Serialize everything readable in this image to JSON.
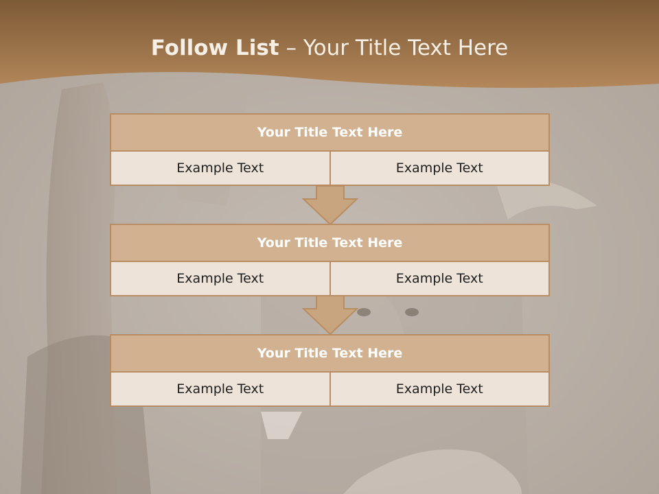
{
  "title": {
    "bold": "Follow List",
    "rest": " – Your Title Text Here"
  },
  "blocks": [
    {
      "title": "Your Title Text Here",
      "left": "Example Text",
      "right": "Example Text"
    },
    {
      "title": "Your Title Text Here",
      "left": "Example Text",
      "right": "Example Text"
    },
    {
      "title": "Your Title Text Here",
      "left": "Example Text",
      "right": "Example Text"
    }
  ],
  "colors": {
    "banner": "#a8794a",
    "header_fill": "#d1b190",
    "cell_fill": "#ede3d8",
    "border": "#b88d63",
    "arrow_fill": "#c9a57f"
  }
}
